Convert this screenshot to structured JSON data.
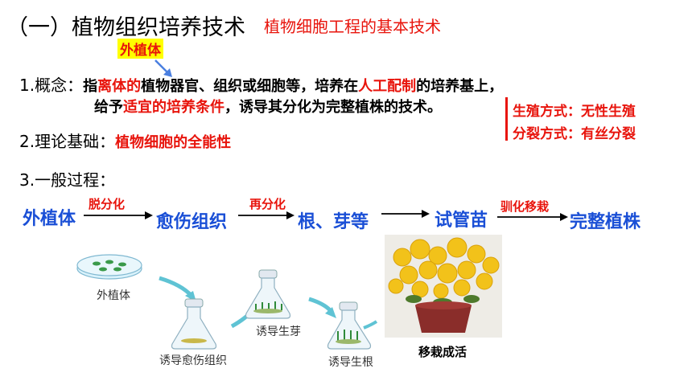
{
  "title": "（一）植物组织培养技术",
  "subtitle": "植物细胞工程的基本技术",
  "explant_tag": "外植体",
  "concept": {
    "label": "1.概念：",
    "l1_a": "指",
    "l1_b": "离体的",
    "l1_c": "植物器官、组织或细胞等，培养在",
    "l1_d": "人工配制",
    "l1_e": "的培养基上，",
    "l2_a": "给予",
    "l2_b": "适宜的培养条件",
    "l2_c": "，诱导其分化为完整植株的技术。"
  },
  "side_notes": [
    "生殖方式：无性生殖",
    "分裂方式：有丝分裂"
  ],
  "theory": {
    "label": "2.理论基础：",
    "value": "植物细胞的全能性"
  },
  "process": {
    "label": "3.一般过程：",
    "stages": [
      "外植体",
      "愈伤组织",
      "根、芽等",
      "试管苗",
      "完整植株"
    ],
    "arrow_labels": [
      "脱分化",
      "再分化",
      "",
      "驯化移栽"
    ]
  },
  "diagram_captions": [
    "外植体",
    "诱导愈伤组织",
    "诱导生芽",
    "诱导生根",
    "移栽成活"
  ],
  "colors": {
    "red": "#e8140c",
    "blue": "#1a4fd6",
    "highlight": "#ffff00"
  }
}
